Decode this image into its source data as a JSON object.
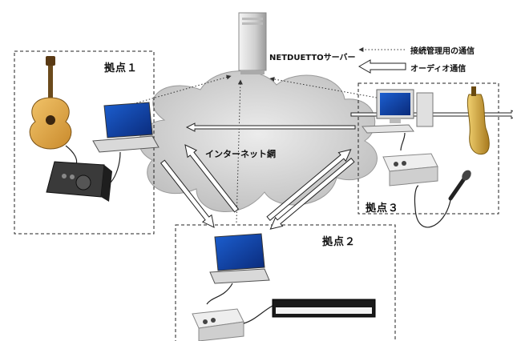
{
  "server": {
    "label": "NETDUETTOサーバー"
  },
  "cloud": {
    "label": "インターネット網"
  },
  "legend": {
    "control": {
      "label": "接続管理用の通信"
    },
    "audio": {
      "label": "オーディオ通信"
    }
  },
  "sites": [
    {
      "label": "拠点１"
    },
    {
      "label": "拠点２"
    },
    {
      "label": "拠点３"
    }
  ],
  "colors": {
    "cloud_fill": "#d4d4d4",
    "box_border": "#222222",
    "arrow_fill": "#ffffff",
    "arrow_stroke": "#222222"
  }
}
